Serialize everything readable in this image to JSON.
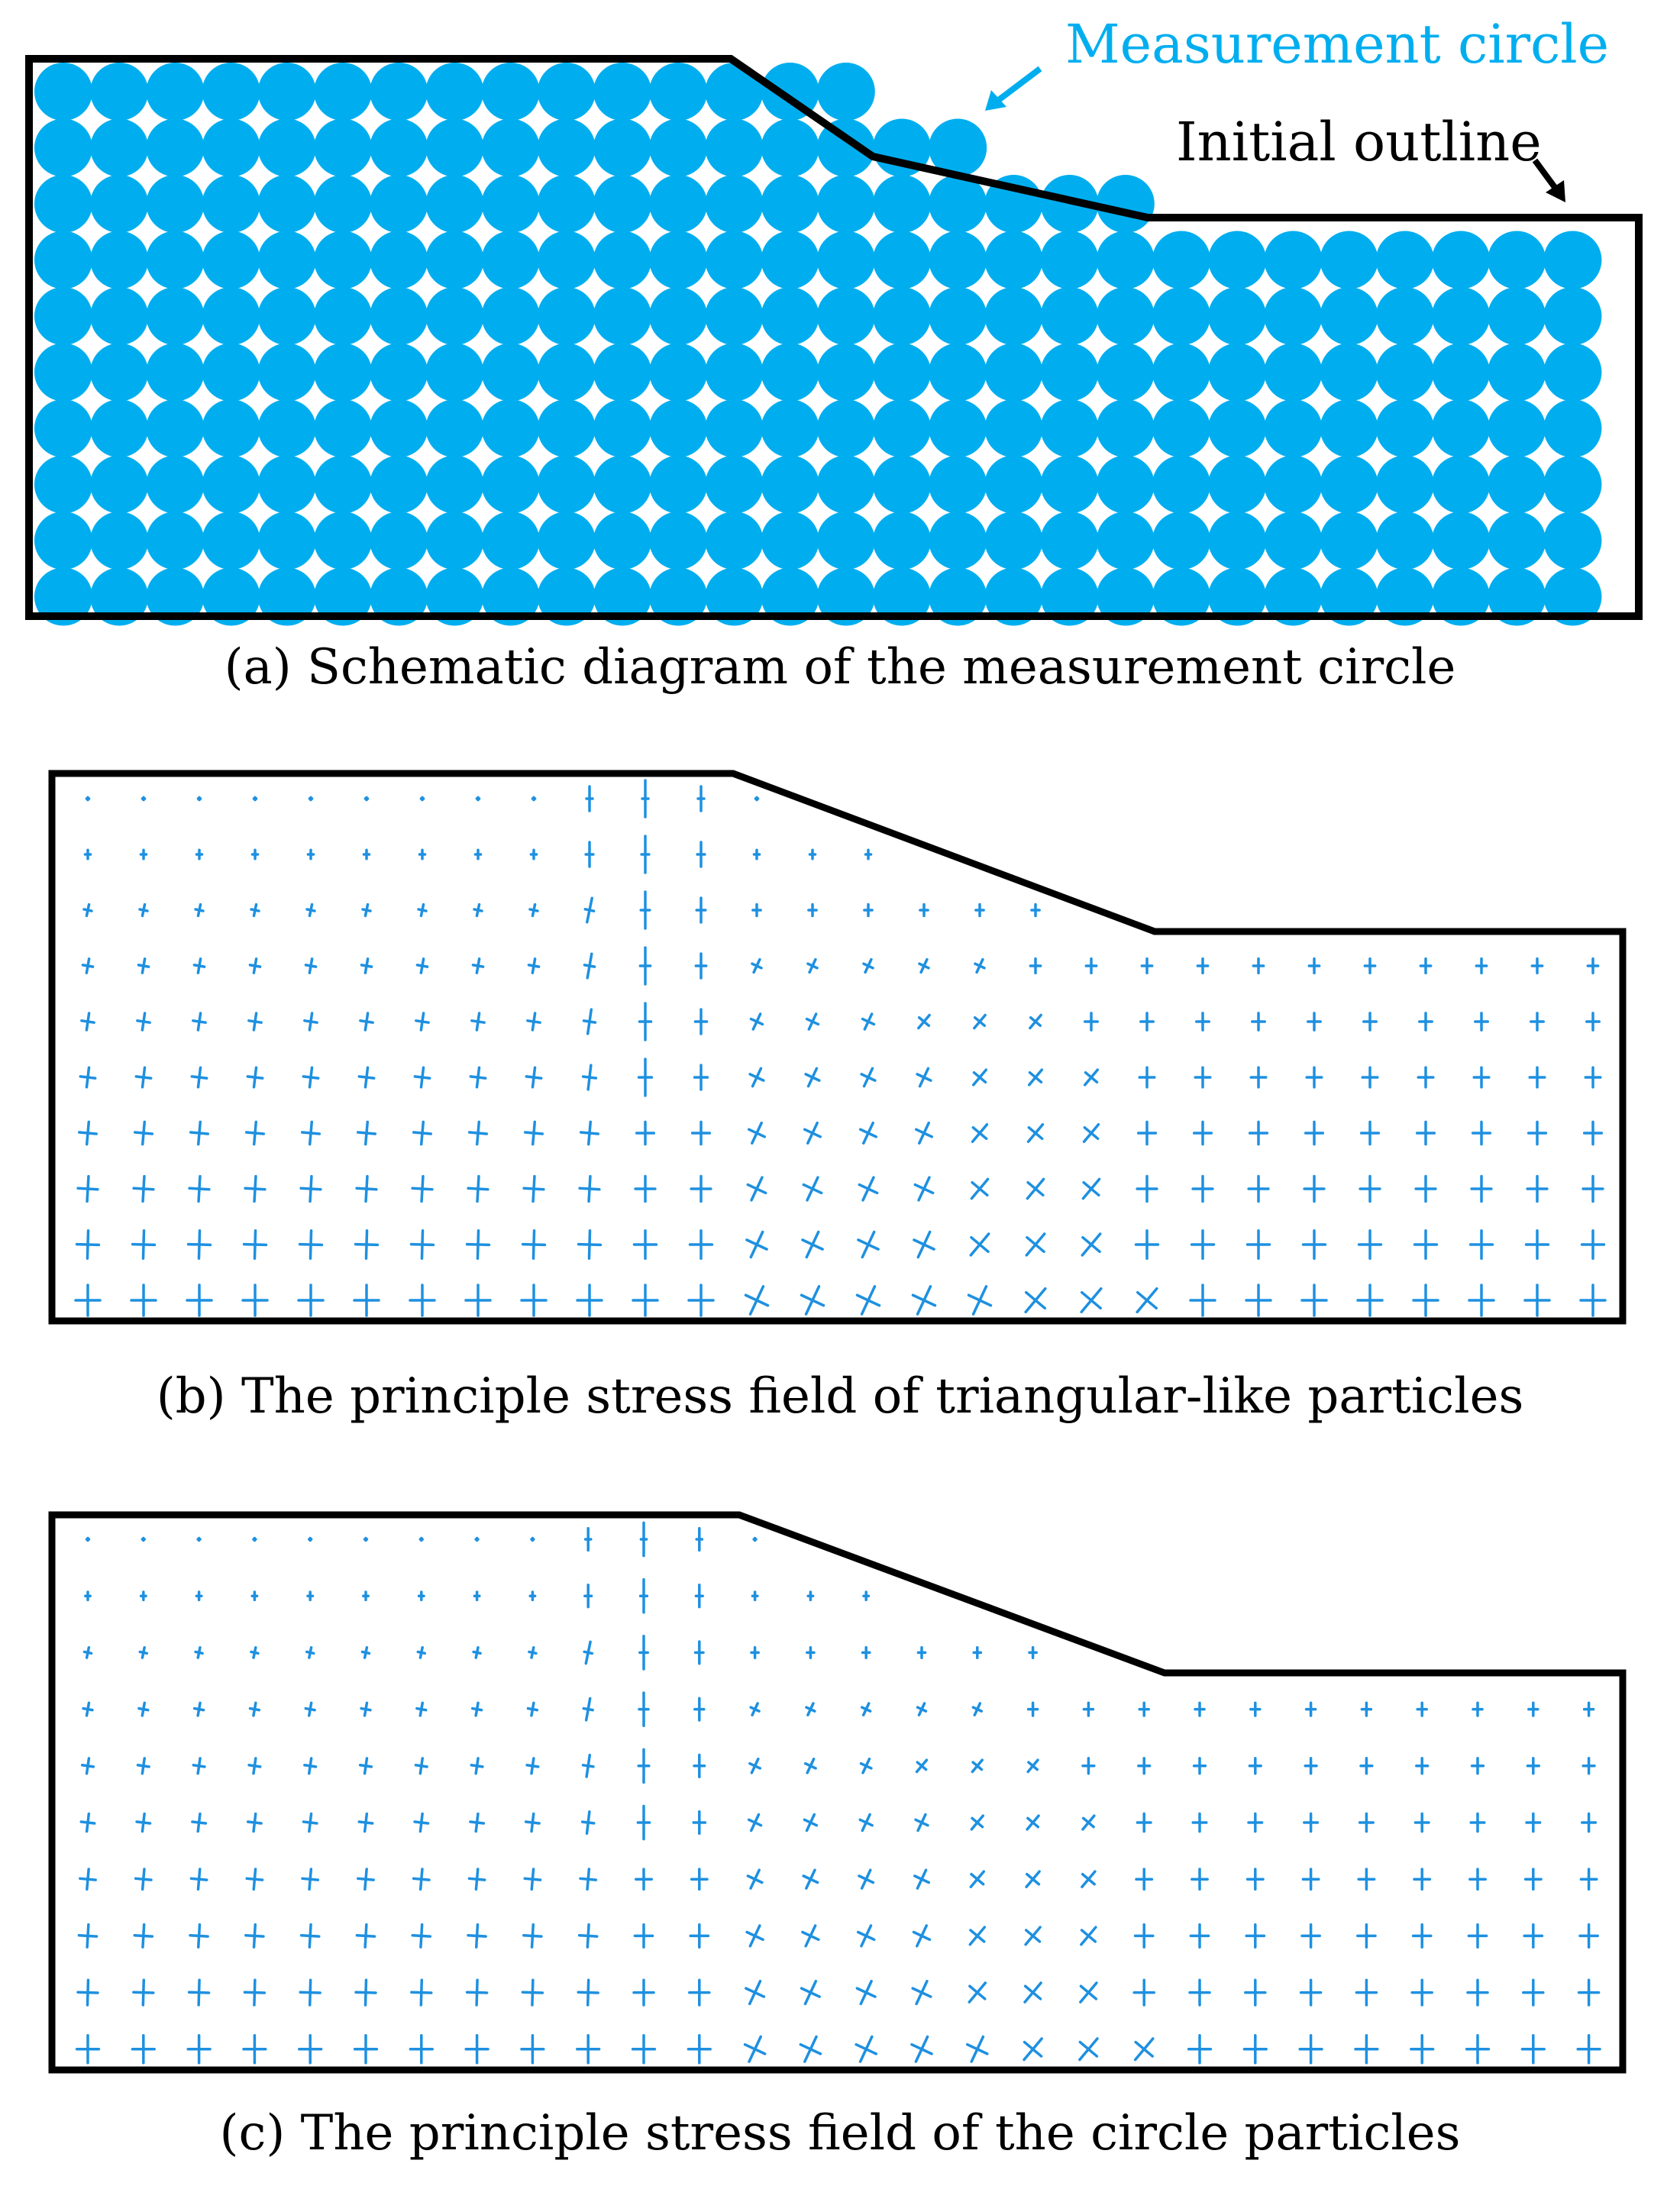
{
  "panel_a": {
    "caption": "(a) Schematic diagram of the measurement circle",
    "label_measurement": "Measurement circle",
    "label_outline": "Initial outline",
    "rows": 10,
    "cols": 28,
    "row_max_cols": [
      15,
      17,
      20,
      28,
      28,
      28,
      28,
      28,
      28,
      28
    ]
  },
  "panel_b": {
    "caption": "(b) The principle stress field of triangular-like particles",
    "rows": 10,
    "cols": 28,
    "row_max_cols": [
      13,
      15,
      18,
      28,
      28,
      28,
      28,
      28,
      28,
      28
    ]
  },
  "panel_c": {
    "caption": "(c) The principle stress field of the circle particles",
    "rows": 10,
    "cols": 28,
    "row_max_cols": [
      13,
      15,
      18,
      28,
      28,
      28,
      28,
      28,
      28,
      28
    ]
  },
  "colors": {
    "circle": "#00AEEF",
    "stress": "#1E90E0",
    "label_measurement": "#00AEEF",
    "outline": "#000000"
  }
}
